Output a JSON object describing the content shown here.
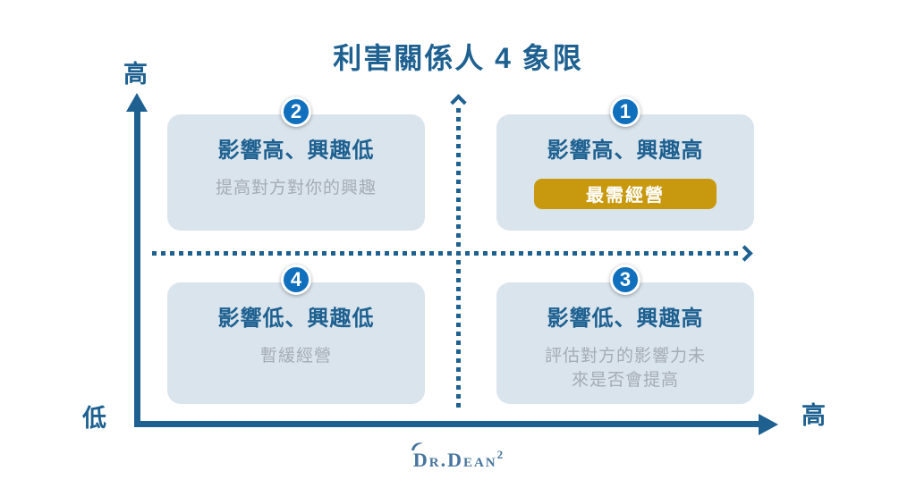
{
  "title": "利害關係人 4 象限",
  "colors": {
    "primary": "#1E6191",
    "circle": "#1070BD",
    "boxbg": "#DAE4EC",
    "gold": "#C8990F",
    "muted": "#A4ACB4",
    "logo": "#46749E"
  },
  "axes": {
    "y_label_top": "高",
    "y_label_bottom": "低",
    "x_label_right": "高"
  },
  "quadrants": [
    {
      "number": "2",
      "title": "影響高、興趣低",
      "subtitle": "提高對方對你的興趣"
    },
    {
      "number": "1",
      "title": "影響高、興趣高",
      "badge": "最需經營"
    },
    {
      "number": "4",
      "title": "影響低、興趣低",
      "subtitle": "暫緩經營"
    },
    {
      "number": "3",
      "title": "影響低、興趣高",
      "subtitle": "評估對方的影響力未\n來是否會提高"
    }
  ],
  "logo": {
    "text": "Dr.Dean",
    "superscript": "2"
  }
}
